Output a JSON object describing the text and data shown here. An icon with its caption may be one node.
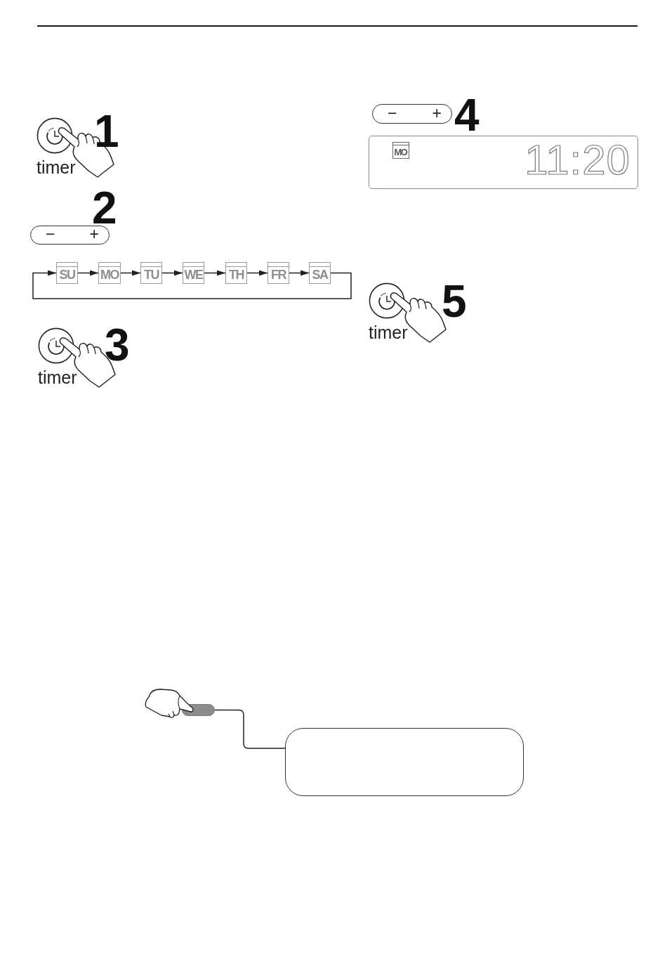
{
  "diagram": {
    "nodes": [
      {
        "text": [
          "timer"
        ]
      },
      {
        "text": [
          "−",
          "+"
        ]
      },
      {
        "text": [
          "SU"
        ]
      },
      {
        "text": [
          "MO"
        ]
      },
      {
        "text": [
          "TU"
        ]
      },
      {
        "text": [
          "WE"
        ]
      },
      {
        "text": [
          "TH"
        ]
      },
      {
        "text": [
          "FR"
        ]
      },
      {
        "text": [
          "SA"
        ]
      },
      {
        "text": [
          "timer"
        ]
      },
      {
        "text": [
          "−",
          "+"
        ]
      },
      {
        "text": [
          "11:20"
        ]
      },
      {
        "text": [
          "MO"
        ],
        "in": 11
      },
      {
        "text": [
          "timer"
        ]
      },
      {
        "text": [],
        "shape": "bar"
      },
      {
        "text": [],
        "shape": "box"
      }
    ],
    "edges": [
      {
        "from": 2,
        "to": 3,
        "arrow": "to"
      },
      {
        "from": 3,
        "to": 4,
        "arrow": "to"
      },
      {
        "from": 4,
        "to": 5,
        "arrow": "to"
      },
      {
        "from": 5,
        "to": 6,
        "arrow": "to"
      },
      {
        "from": 6,
        "to": 7,
        "arrow": "to"
      },
      {
        "from": 7,
        "to": 8,
        "arrow": "to"
      },
      {
        "from": 8,
        "to": 2,
        "arrow": "to"
      },
      {
        "from": 14,
        "to": 15,
        "arrow": "none"
      }
    ],
    "labels": [
      "1",
      "2",
      "3",
      "4",
      "5"
    ]
  }
}
